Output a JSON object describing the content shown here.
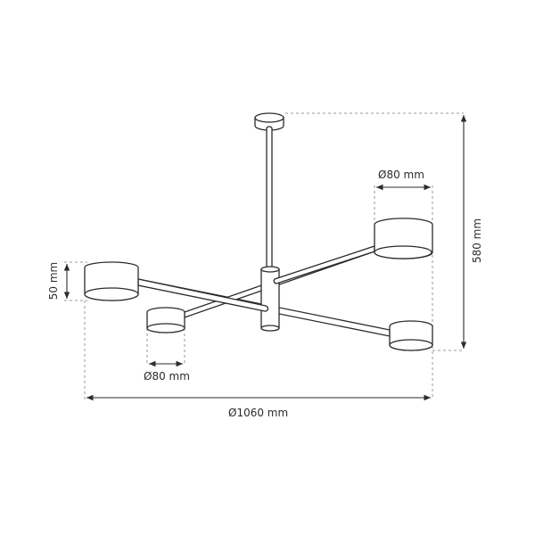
{
  "diagram": {
    "subject": "4-light ceiling chandelier technical drawing",
    "colors": {
      "stroke": "#2b2b2b",
      "dashed": "#9a9a9a",
      "background": "#ffffff"
    },
    "dimensions": {
      "shade_diameter_top": "Ø80 mm",
      "shade_diameter_bottom": "Ø80 mm",
      "shade_height": "50 mm",
      "total_height": "580 mm",
      "total_diameter": "Ø1060 mm"
    }
  }
}
